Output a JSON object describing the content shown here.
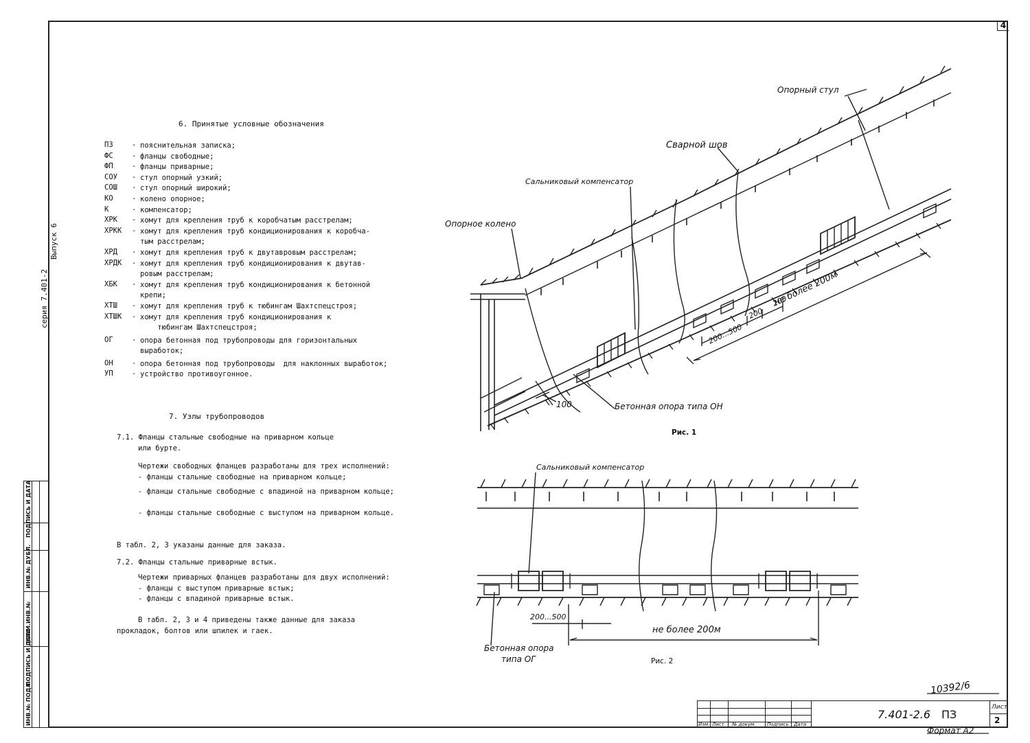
{
  "sheet": {
    "corner_number": "4",
    "series": "серия 7.401-2",
    "issue": "Выпуск 6",
    "strip_labels": [
      "ИНВ.№ ПОДЛ.",
      "ПОДПИСЬ И ДАТА",
      "ВЗАМ.ИНВ.№",
      "ИНВ.№ ДУБЛ.",
      "ПОДПИСЬ И ДАТА"
    ]
  },
  "section6": {
    "title": "6. Принятые условные обозначения",
    "items": [
      {
        "abbr": "ПЗ",
        "text": "пояснительная записка;"
      },
      {
        "abbr": "ФС",
        "text": "фланцы свободные;"
      },
      {
        "abbr": "ФП",
        "text": "фланцы приварные;"
      },
      {
        "abbr": "СОУ",
        "text": "стул опорный узкий;"
      },
      {
        "abbr": "СОШ",
        "text": "стул опорный широкий;"
      },
      {
        "abbr": "КО",
        "text": "колено опорное;"
      },
      {
        "abbr": "К",
        "text": "компенсатор;"
      },
      {
        "abbr": "ХРК",
        "text": "хомут для крепления труб к коробчатым расстрелам;"
      },
      {
        "abbr": "ХРКК",
        "text": "хомут для крепления труб кондиционирования к коробча-\nтым расстрелам;"
      },
      {
        "abbr": "ХРД",
        "text": "хомут для крепления труб к двутавровым расстрелам;"
      },
      {
        "abbr": "ХРДК",
        "text": "хомут для крепления труб кондиционирования к двутав-\nровым расстрелам;"
      },
      {
        "abbr": "ХБК",
        "text": "хомут для крепления труб кондиционирования к бетонной\nкрепи;"
      },
      {
        "abbr": "ХТШ",
        "text": "хомут для крепления труб к тюбингам Шахтспецстроя;"
      },
      {
        "abbr": "ХТШК",
        "text": "хомут для крепления труб кондиционирования к\n    тюбингам Шахтспецстроя;"
      },
      {
        "abbr": "ОГ",
        "text": "опора бетонная под трубопроводы для горизонтальных\nвыработок;"
      },
      {
        "abbr": "ОН",
        "text": "опора бетонная под трубопроводы  для наклонных выработок;"
      },
      {
        "abbr": "УП",
        "text": "устройство противоугонное."
      }
    ]
  },
  "section7": {
    "title": "7. Узлы трубопроводов",
    "p71_heading": "7.1. Фланцы стальные свободные на приварном кольце",
    "p71_heading2": "или бурте.",
    "p71_intro": "Чертежи свободных фланцев разработаны для трех исполнений:",
    "p71_list": [
      "- фланцы стальные свободные на приварном кольце;",
      "- фланцы стальные свободные с впадиной на приварном кольце;",
      "- фланцы стальные свободные с выступом на приварном кольце."
    ],
    "p71_order": "В табл. 2, 3    указаны данные для заказа.",
    "p72_heading": "7.2. Фланцы стальные приварные встык.",
    "p72_intro": "Чертежи приварных фланцев разработаны для двух исполнений:",
    "p72_list": [
      "- фланцы с выступом приварные встык;",
      "- фланцы с впадиной приварные встык."
    ],
    "p72_order1": "В табл. 2, 3 и 4  приведены также данные для заказа",
    "p72_order2": "прокладок, болтов или шпилек и гаек."
  },
  "fig1": {
    "label_support_chair": "Опорный стул",
    "label_weld": "Сварной шов",
    "label_compensator": "Сальниковый компенсатор",
    "label_elbow": "Опорное колено",
    "label_support": "Бетонная опора типа  ОН",
    "dim_100": "100",
    "dim_200_500": "200...500",
    "dim_200a": "200",
    "dim_200b": "200",
    "dim_max": "не более 200м",
    "caption": "Рис. 1"
  },
  "fig2": {
    "label_compensator": "Сальниковый компенсатор",
    "label_support_line1": "Бетонная опора",
    "label_support_line2": "типа ОГ",
    "dim_200_500": "200...500",
    "dim_max": "не более 200м",
    "caption": "Рис. 2"
  },
  "stamp": {
    "inventory": "10392/6",
    "doc_code": "7.401-2.6",
    "doc_type": "ПЗ",
    "sheet_label": "Лист",
    "sheet_no": "2",
    "format": "Формат  А2",
    "columns": [
      "Изм.",
      "Лист",
      "№ докум.",
      "Подпись",
      "Дата"
    ]
  }
}
